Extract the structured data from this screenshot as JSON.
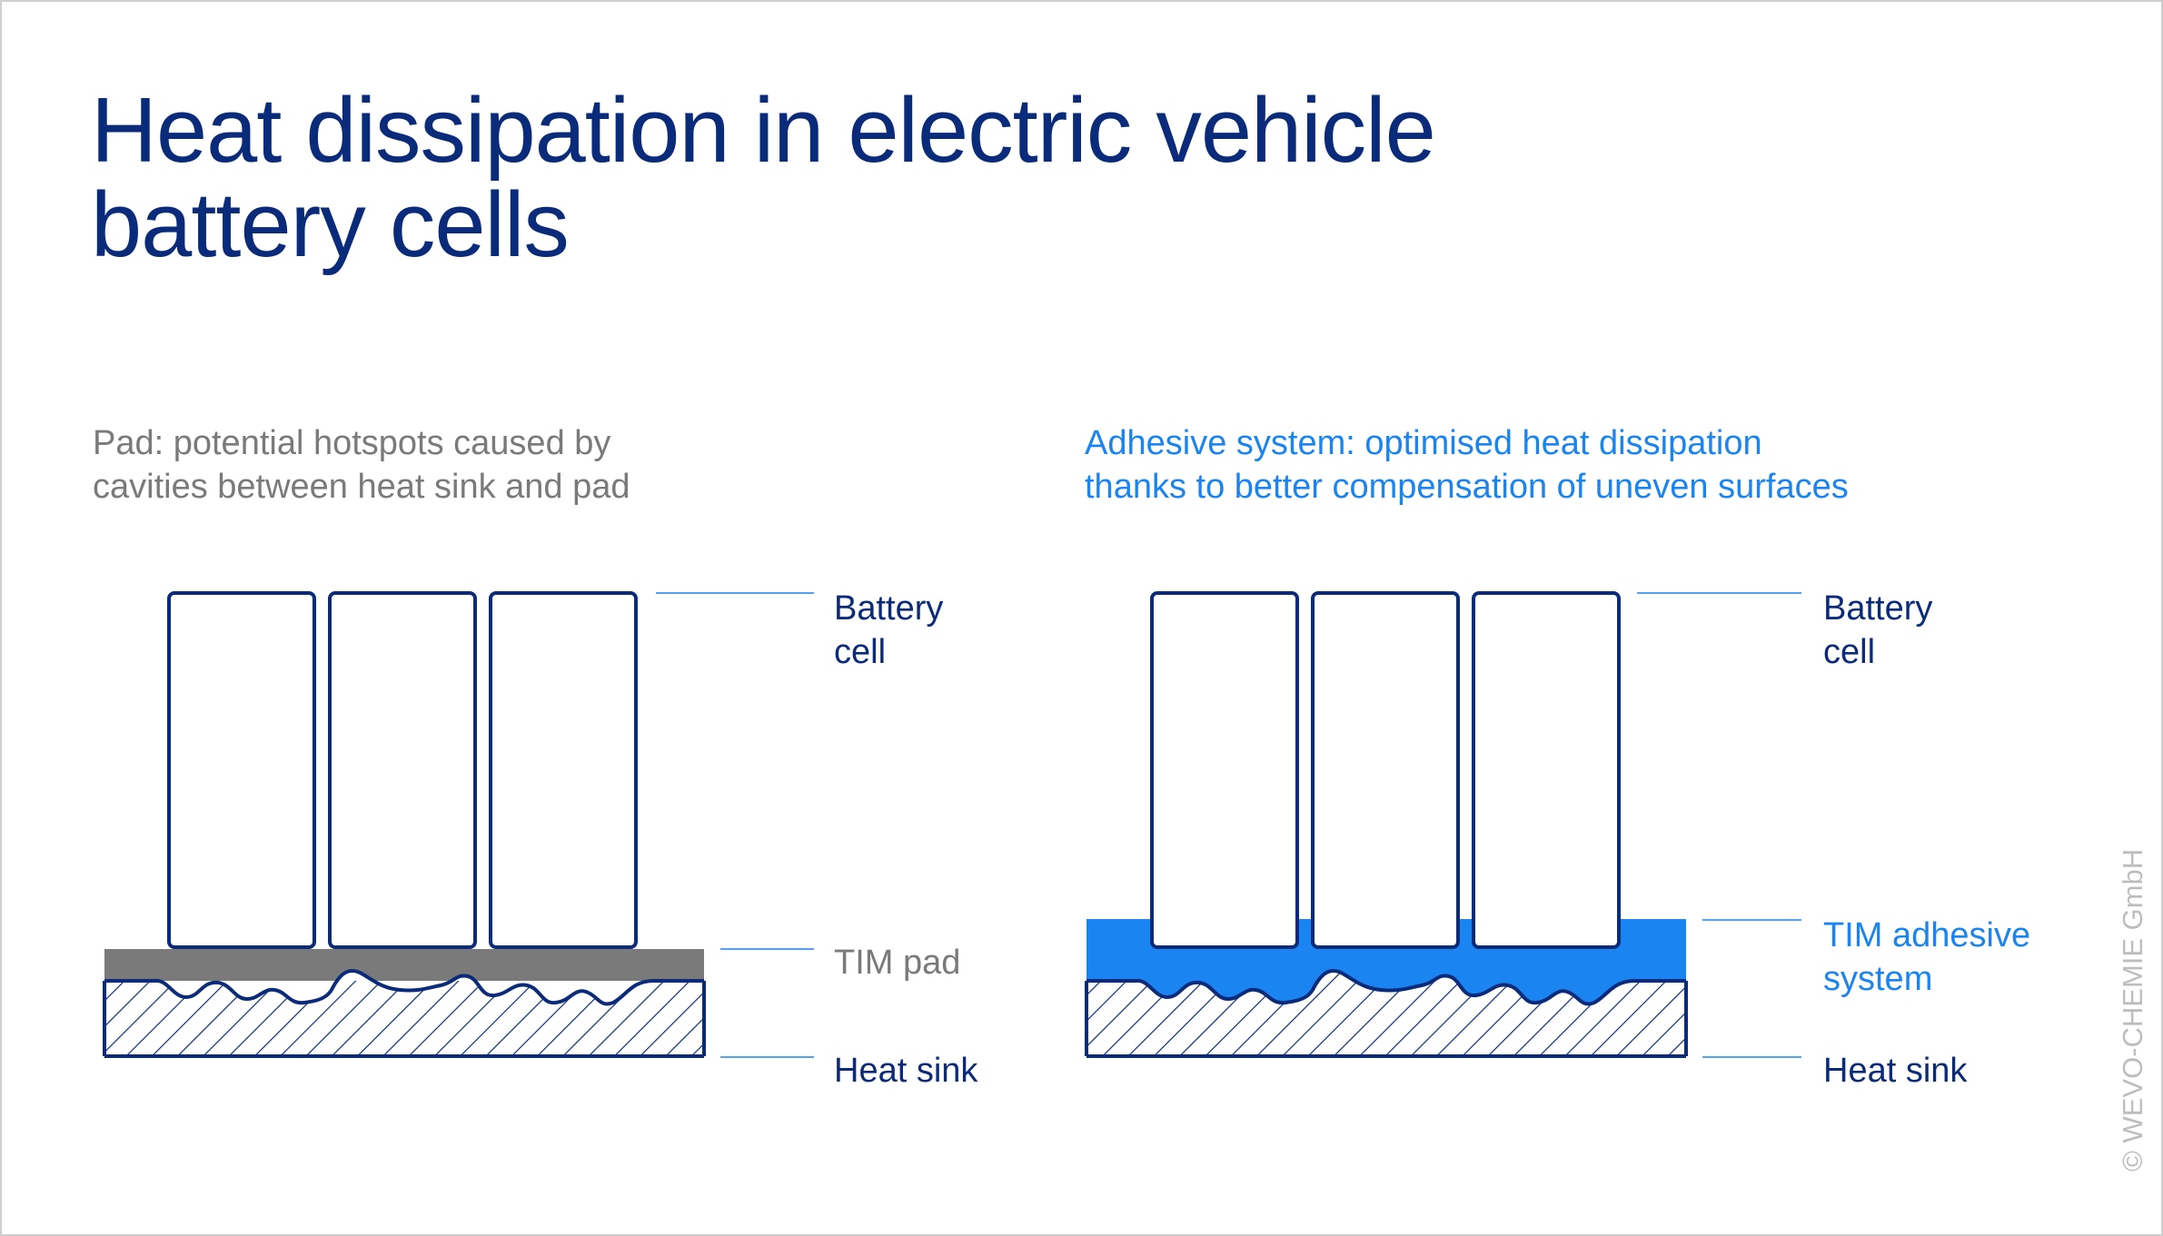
{
  "title": {
    "line1": "Heat dissipation in electric vehicle",
    "line2": "battery cells"
  },
  "left_panel": {
    "subtitle_line1": "Pad: potential hotspots caused by",
    "subtitle_line2": "cavities between heat sink and pad",
    "battery_label_line1": "Battery",
    "battery_label_line2": "cell",
    "tim_label": "TIM pad",
    "heatsink_label": "Heat sink"
  },
  "right_panel": {
    "subtitle_line1": "Adhesive system: optimised heat dissipation",
    "subtitle_line2": "thanks to better compensation of uneven surfaces",
    "battery_label_line1": "Battery",
    "battery_label_line2": "cell",
    "tim_label_line1": "TIM adhesive",
    "tim_label_line2": "system",
    "heatsink_label": "Heat sink"
  },
  "copyright": "© WEVO-CHEMIE GmbH",
  "colors": {
    "navy": "#0a2a7a",
    "accent_blue": "#1a84f0",
    "pad_grey": "#7a7a7a",
    "border_grey": "#cfcfcf"
  }
}
